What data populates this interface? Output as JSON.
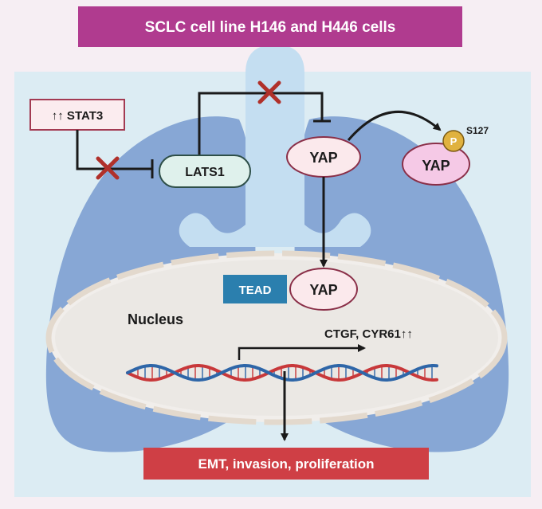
{
  "title": "SCLC cell line H146 and H446 cells",
  "nodes": {
    "stat3": "↑↑ STAT3",
    "lats1": "LATS1",
    "yap_cytoplasm": "YAP",
    "yap_phospho": "YAP",
    "phospho_p": "P",
    "phospho_site": "S127",
    "tead": "TEAD",
    "yap_nucleus": "YAP",
    "nucleus": "Nucleus",
    "target_genes": "CTGF, CYR61↑↑"
  },
  "outcome": "EMT, invasion, proliferation",
  "colors": {
    "title_bg": "#b03b8f",
    "outcome_bg": "#cf3f45",
    "tead_bg": "#2b7fae",
    "inhibition_x": "#b0302a",
    "phosphate": "#e0b23f",
    "lats1_fill": "#dff1ec",
    "yap_fill": "#fbe9ec",
    "dna_strand_a": "#c8383a",
    "dna_strand_b": "#2e66a8"
  }
}
